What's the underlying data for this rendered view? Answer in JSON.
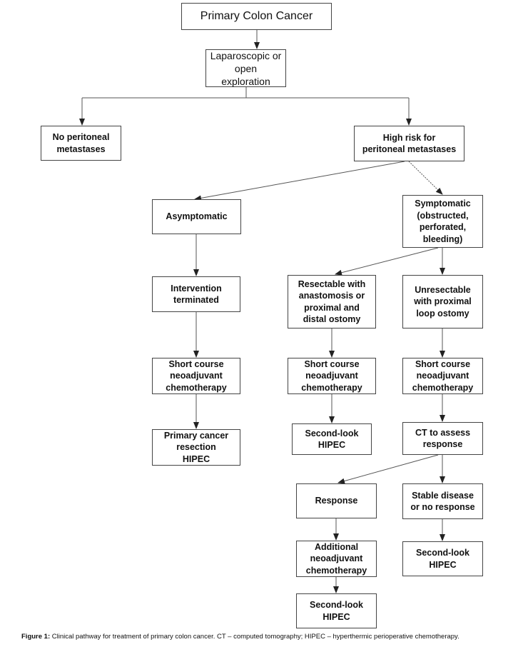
{
  "figure": {
    "caption_label": "Figure 1:",
    "caption_text": "Clinical pathway for treatment of primary colon cancer. CT – computed tomography; HIPEC – hyperthermic perioperative chemotherapy."
  },
  "nodes": {
    "primary": "Primary Colon Cancer",
    "exploration": "Laparoscopic or\nopen exploration",
    "no_mets": "No peritoneal\nmetastases",
    "high_risk": "High risk for\nperitoneal metastases",
    "asymptomatic": "Asymptomatic",
    "symptomatic": "Symptomatic\n(obstructed,\nperforated,\nbleeding)",
    "intervention": "Intervention\nterminated",
    "resectable": "Resectable with\nanastomosis or\nproximal and\ndistal ostomy",
    "unresectable": "Unresectable\nwith proximal\nloop ostomy",
    "short_a": "Short course\nneoadjuvant\nchemotherapy",
    "short_b": "Short course\nneoadjuvant\nchemotherapy",
    "short_c": "Short course\nneoadjuvant\nchemotherapy",
    "resection_hipec": "Primary cancer\nresection\nHIPEC",
    "second_look_b": "Second-look\nHIPEC",
    "ct_assess": "CT to assess\nresponse",
    "response": "Response",
    "stable": "Stable disease\nor no response",
    "additional": "Additional\nneoadjuvant\nchemotherapy",
    "second_look_c": "Second-look\nHIPEC",
    "second_look_d": "Second-look\nHIPEC"
  }
}
